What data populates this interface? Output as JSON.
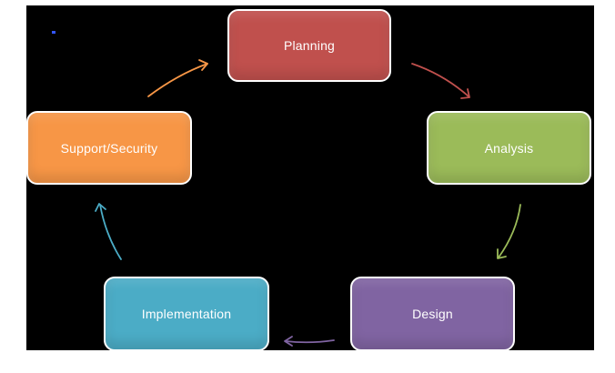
{
  "diagram": {
    "type": "cycle",
    "nodes": [
      {
        "key": "planning",
        "label": "Planning",
        "color": "#c0504d"
      },
      {
        "key": "analysis",
        "label": "Analysis",
        "color": "#9bbb59"
      },
      {
        "key": "design",
        "label": "Design",
        "color": "#8064a2"
      },
      {
        "key": "implementation",
        "label": "Implementation",
        "color": "#4bacc6"
      },
      {
        "key": "support",
        "label": "Support/Security",
        "color": "#f79646"
      }
    ],
    "edges": [
      {
        "from": "planning",
        "to": "analysis",
        "color": "#c0504d"
      },
      {
        "from": "analysis",
        "to": "design",
        "color": "#9bbb59"
      },
      {
        "from": "design",
        "to": "implementation",
        "color": "#8064a2"
      },
      {
        "from": "implementation",
        "to": "support",
        "color": "#4bacc6"
      },
      {
        "from": "support",
        "to": "planning",
        "color": "#f79646"
      }
    ]
  }
}
